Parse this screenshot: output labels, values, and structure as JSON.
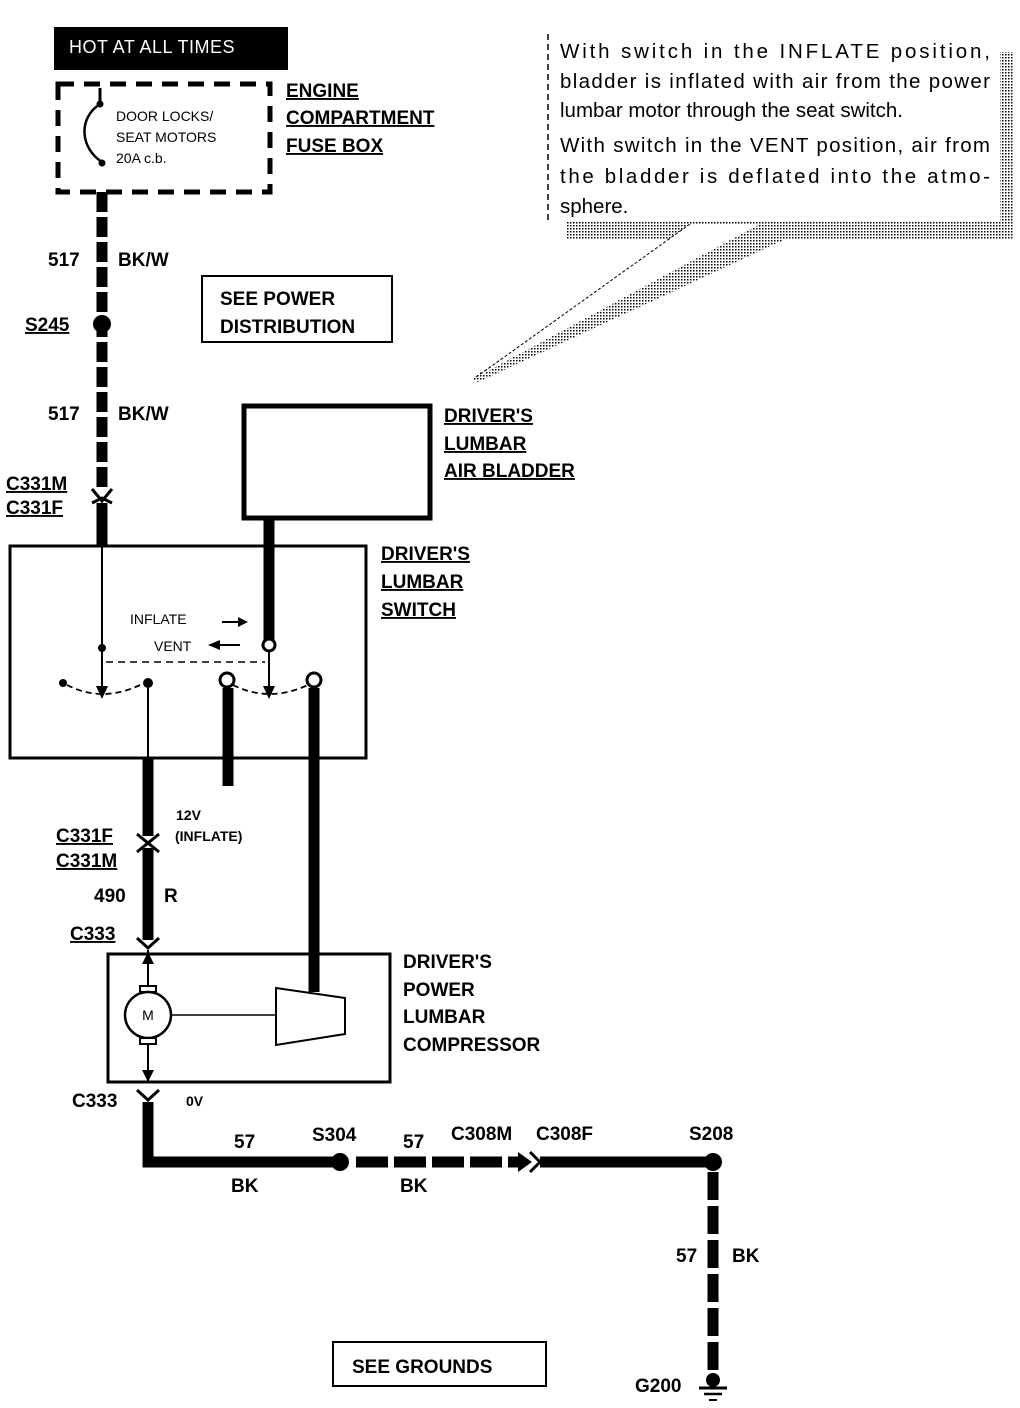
{
  "power": {
    "hot_label": "HOT AT ALL TIMES",
    "fuse_line1": "DOOR LOCKS/",
    "fuse_line2": "SEAT MOTORS",
    "fuse_line3": "20A c.b.",
    "fuse_box_line1": "ENGINE",
    "fuse_box_line2": "COMPARTMENT",
    "fuse_box_line3": "FUSE BOX",
    "see_power_line1": "SEE POWER",
    "see_power_line2": "DISTRIBUTION"
  },
  "note": {
    "lines": [
      "With switch in the INFLATE position,",
      "bladder is inflated with air from the power",
      "lumbar motor through the seat switch.",
      "With switch in the VENT position, air from",
      "the bladder is deflated into the atmo-",
      "sphere."
    ]
  },
  "wires": {
    "w517_top_circuit": "517",
    "w517_top_color": "BK/W",
    "w517_bottom_circuit": "517",
    "w517_bottom_color": "BK/W",
    "w490_circuit": "490",
    "w490_color": "R",
    "w57_a_circuit": "57",
    "w57_a_color": "BK",
    "w57_b_circuit": "57",
    "w57_b_color": "BK",
    "w57_c_circuit": "57",
    "w57_c_color": "BK"
  },
  "splices": {
    "s245": "S245",
    "s304": "S304",
    "s208": "S208"
  },
  "connectors": {
    "c331m_top": "C331M",
    "c331f_top": "C331F",
    "c331f_bottom": "C331F",
    "c331m_bottom": "C331M",
    "c333_top": "C333",
    "c333_bottom": "C333",
    "c308m": "C308M",
    "c308f": "C308F"
  },
  "components": {
    "bladder_line1": "DRIVER'S",
    "bladder_line2": "LUMBAR",
    "bladder_line3": "AIR BLADDER",
    "switch_line1": "DRIVER'S",
    "switch_line2": "LUMBAR",
    "switch_line3": "SWITCH",
    "compressor_line1": "DRIVER'S",
    "compressor_line2": "POWER",
    "compressor_line3": "LUMBAR",
    "compressor_line4": "COMPRESSOR",
    "motor_symbol": "M"
  },
  "switch_positions": {
    "inflate": "INFLATE",
    "vent": "VENT"
  },
  "voltages": {
    "v12": "12V",
    "v12_mode": "(INFLATE)",
    "v0": "0V"
  },
  "ground": {
    "g200": "G200",
    "see_grounds": "SEE GROUNDS"
  }
}
